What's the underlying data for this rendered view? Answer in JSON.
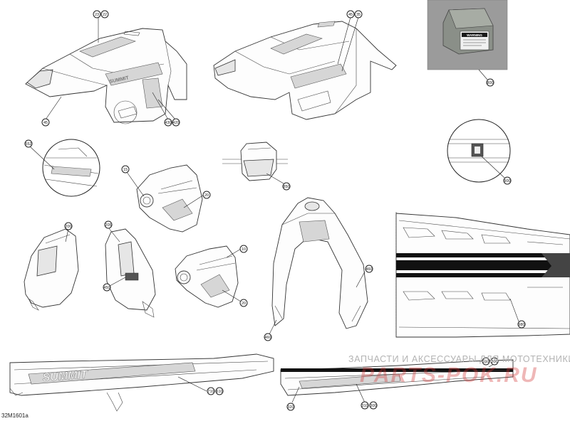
{
  "figure_code": "32M1601a",
  "watermark": {
    "line1": "ЗАПЧАСТИ И АКСЕССУАРЫ ДЛЯ МОТОТЕХНИКИ",
    "line2": "PARTS-POK.RU"
  },
  "decal_text": {
    "summit": "SUMMIT",
    "warning": "WARNING"
  },
  "callouts": {
    "c23": "23",
    "c22": "22",
    "c45a": "45",
    "c430": "430",
    "c420": "420",
    "c45b": "45",
    "c35": "35",
    "c800": "800",
    "c552": "552",
    "c15": "15",
    "c20a": "20",
    "c850": "850",
    "c900": "900",
    "c200": "200",
    "c205": "205",
    "c450": "450",
    "c10": "10",
    "c20b": "20",
    "c460a": "460",
    "c460b": "460",
    "c980": "980",
    "c710": "710",
    "c610": "610",
    "c320": "320",
    "c310": "310",
    "c300a": "300",
    "c210": "210",
    "c300b": "300"
  },
  "colors": {
    "line": "#333333",
    "decal": "#d6d6d6",
    "photo_bg": "#9b9b9b",
    "watermark_red": "#d23232"
  }
}
